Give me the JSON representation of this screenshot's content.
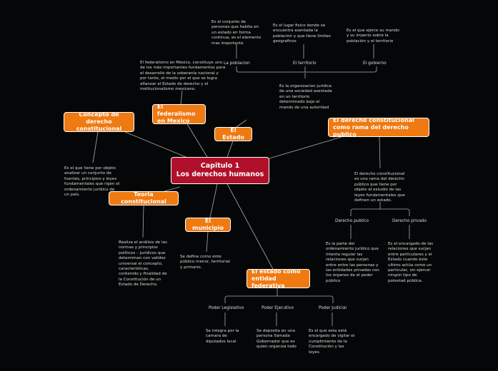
{
  "central": {
    "line1": "Capitulo 1",
    "line2": "Los derechos humanos"
  },
  "topics": {
    "concepto": {
      "title": "Concepto de derecho constitucional",
      "text": "Es el que tiene por objeto analizar un conjunto de fuentes, principios y leyes fundamentales que rigen el ordenamiento jurídico de un país."
    },
    "federalismo": {
      "title": "El federalismo en Mexico",
      "text": "El federalismo en México, constituye uno de los más importantes fundamentos para el desarrollo de la soberanía nacional y por tanto, el medio por el que se logra afianzar el Estado de derecho y el institucionalismo mexicano."
    },
    "estado": {
      "title": "El Estado",
      "text": "Es la organizacion juridica de una sociedad asentada en un territorio determinado bajo el mando de una autoridad",
      "children": [
        {
          "label": "La poblacion",
          "text": "Es el conjunto de personas que habita en un estado en forma continua, es el elemento mas importante"
        },
        {
          "label": "El territorio",
          "text": "Es el lugar fisico donde se encuentra asentada la poblacion y que tiene limites geograficos"
        },
        {
          "label": "El gobierno",
          "text": "Es el que ejerce su mando y su imperio sobre la población y el territorio"
        }
      ]
    },
    "rama": {
      "title": "El derecho constitucional como rama del derecho publico",
      "text": "El derecho constitucional es una rama del derecho público que tiene por objeto el estudio de las leyes fundamentales que definen un estado.",
      "children": [
        {
          "label": "Derecho publico",
          "text": "Es la parte del ordenamiento jurídico que intenta regular las relaciones que surjan entre entre las personas y las entidades privadas con los órganos de el poder público"
        },
        {
          "label": "Derecho privado",
          "text": "Es el encargado de las relaciones que surjan entre particulares y el Estado cuando éste ultimo actúa como un particular, sin ejercer ningún tipo de potestad pública."
        }
      ]
    },
    "teoria": {
      "title": "Teoria constitucional",
      "text": "Realiza el análisis de las normas y principios políticos – jurídicos que determinan con validez universal el concepto, características, contenido y finalidad de la Constitución de un Estado de Derecho."
    },
    "municipio": {
      "title": "El municipio",
      "text": "Se define como ente público menor, territorial y primario."
    },
    "entidad": {
      "title": "El estado como entidad federativa",
      "children": [
        {
          "label": "Poder Legislativo",
          "text": "Se integra por la camara de diputados local"
        },
        {
          "label": "Poder Ejecutivo",
          "text": "Se deposita en una persona llamada Gobernador que es quien organiza todo"
        },
        {
          "label": "Poder Judicial",
          "text": "Es el que esta está encargado de vigilar el cumplimiento de la Constitución y las leyes."
        }
      ]
    }
  },
  "colors": {
    "background": "#050607",
    "central": "#b0102a",
    "topic": "#ef7a12",
    "line": "#aaaaaa"
  }
}
